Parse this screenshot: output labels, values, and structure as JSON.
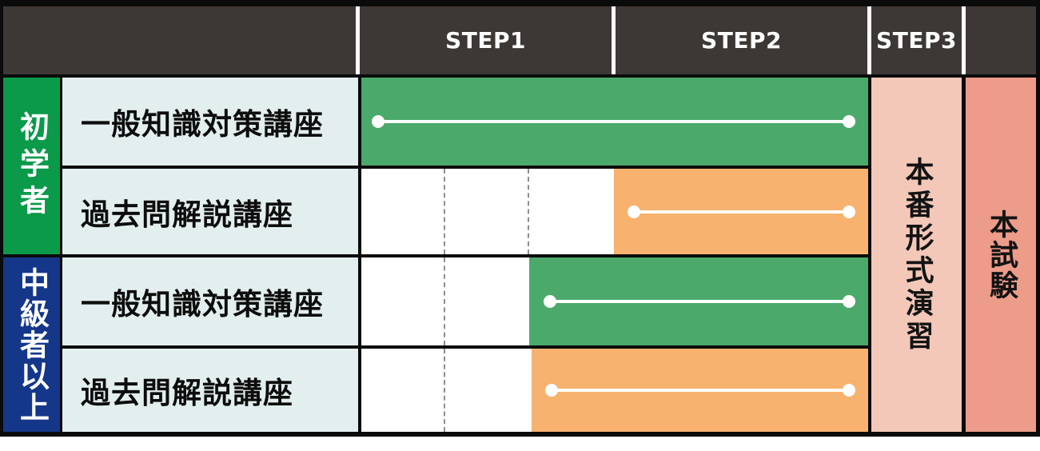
{
  "header": {
    "steps": [
      {
        "label": "STEP1"
      },
      {
        "label": "STEP2"
      },
      {
        "label": "STEP3"
      }
    ],
    "bg_style": "background:#3d3836"
  },
  "groups": [
    {
      "label": "初学者",
      "bg": "#0a9a4a",
      "bg_style": "background:#0a9a4a"
    },
    {
      "label": "中級者以上",
      "bg": "#15378a",
      "bg_style": "background:#15378a"
    }
  ],
  "colors": {
    "frame": "#0b0b0b",
    "header_bg": "#3d3836",
    "course_cell_bg": "#e2efee",
    "bar_green": "#4ba96c",
    "bar_orange": "#f6b26e",
    "practice_bg": "#f3c8b8",
    "exam_bg": "#ec9c89",
    "line_and_dots": "#ffffff",
    "course_bg_style": "background:#e2efee"
  },
  "rows": [
    {
      "group": "初学者",
      "course": "一般知識対策講座",
      "bar_color": "#4ba96c",
      "bar_style": "left:0px;width:634px;background:#4ba96c",
      "line_style": "left:21px;width:589px",
      "dot_start_style": "left:13px",
      "dot_end_style": "left:602px",
      "dash1_style": "display:none",
      "dash2_style": "display:none"
    },
    {
      "group": "初学者",
      "course": "過去問解説講座",
      "bar_color": "#f6b26e",
      "bar_style": "left:316px;width:318px;background:#f6b26e",
      "line_style": "left:341px;width:269px",
      "dot_start_style": "left:333px",
      "dot_end_style": "left:602px",
      "dash1_style": "left:103px",
      "dash2_style": "left:208px"
    },
    {
      "group": "中級者以上",
      "course": "一般知識対策講座",
      "bar_color": "#4ba96c",
      "bar_style": "left:210px;width:424px;background:#4ba96c",
      "line_style": "left:236px;width:374px",
      "dot_start_style": "left:228px",
      "dot_end_style": "left:602px",
      "dash1_style": "left:103px",
      "dash2_style": "display:none"
    },
    {
      "group": "中級者以上",
      "course": "過去問解説講座",
      "bar_color": "#f6b26e",
      "bar_style": "left:213px;width:421px;background:#f6b26e",
      "line_style": "left:238px;width:372px",
      "dot_start_style": "left:230px",
      "dot_end_style": "left:602px",
      "dash1_style": "left:103px",
      "dash2_style": "display:none"
    }
  ],
  "right_columns": [
    {
      "label": "本番形式演習",
      "bg": "#f3c8b8",
      "bg_style": "background:#f3c8b8"
    },
    {
      "label": "本試験",
      "bg": "#ec9c89",
      "bg_style": "background:#ec9c89"
    }
  ]
}
